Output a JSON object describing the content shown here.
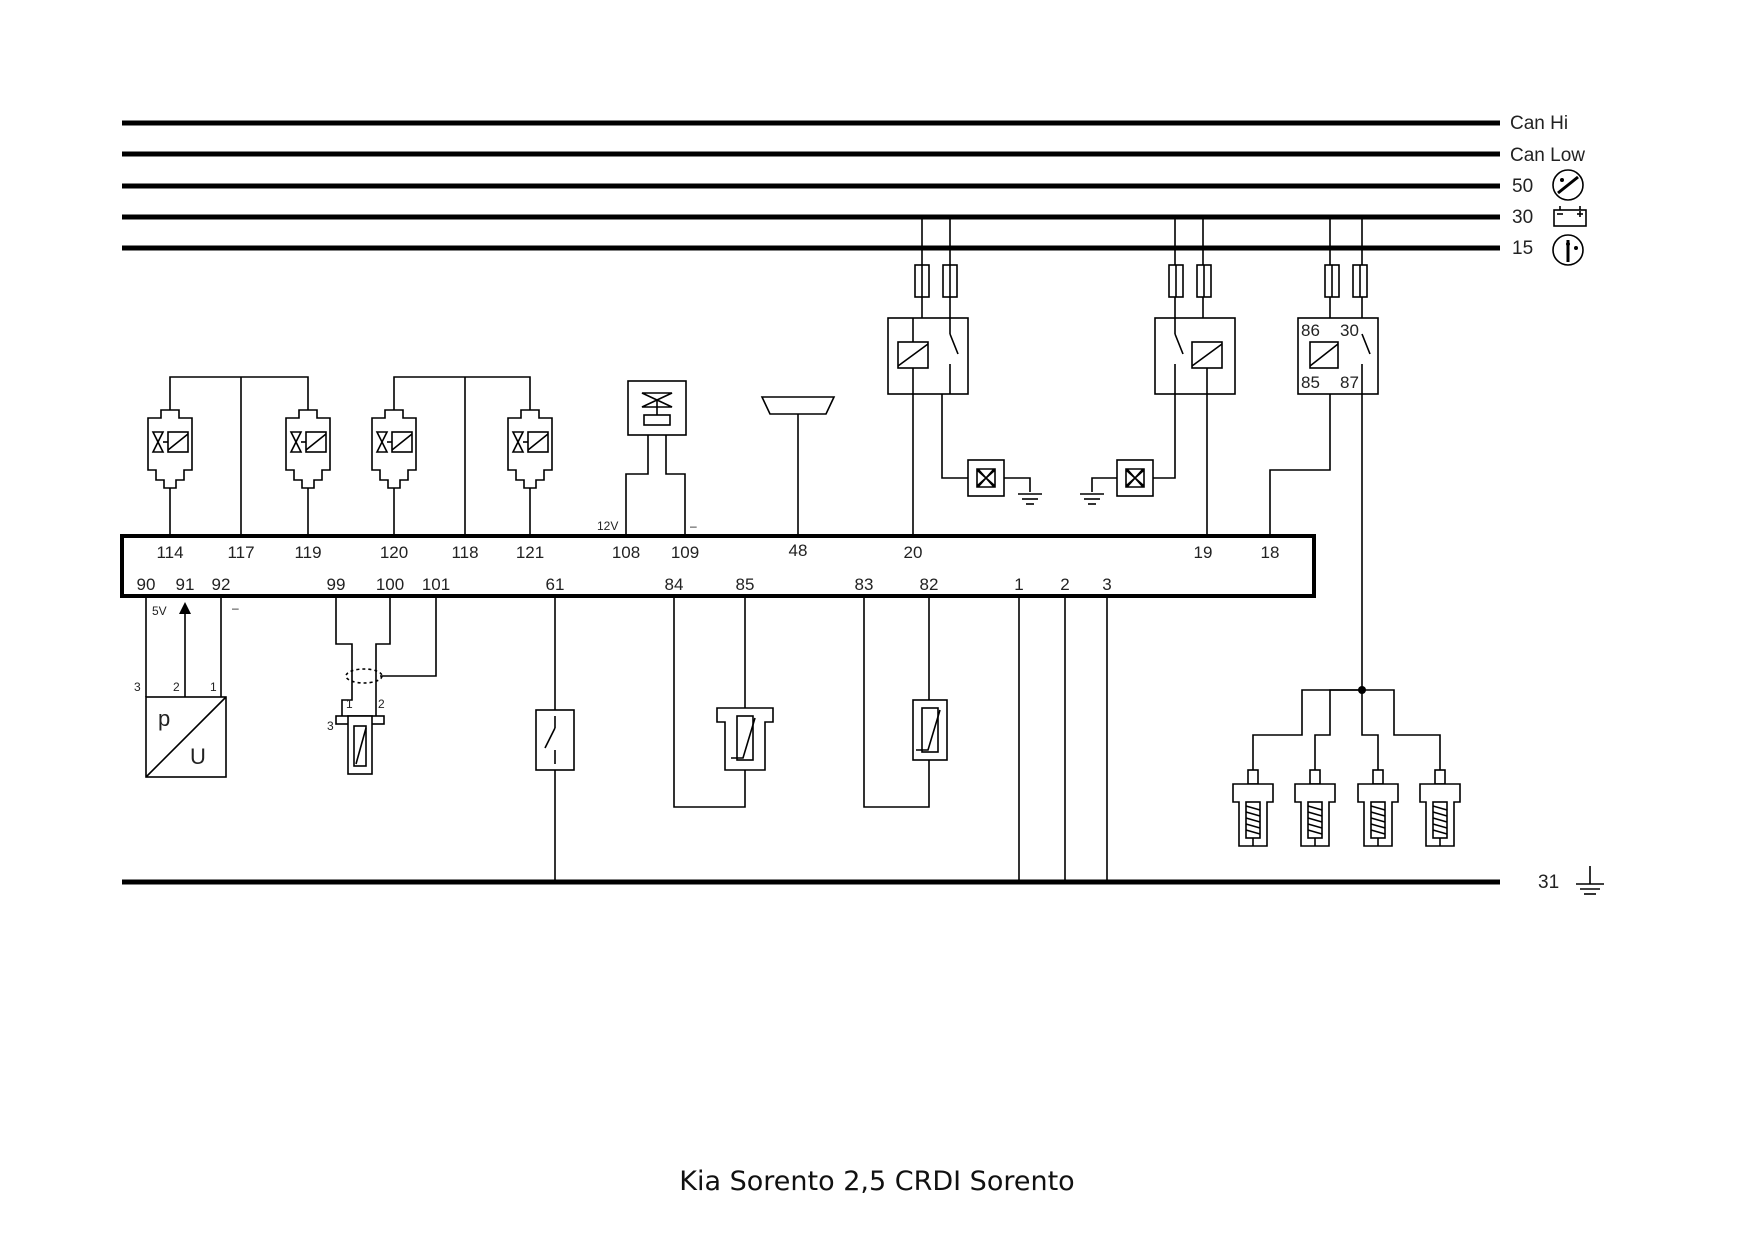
{
  "caption": "Kia Sorento 2,5 CRDI Sorento",
  "rails": {
    "can_hi": "Can Hi",
    "can_low": "Can Low",
    "t50": "50",
    "t30": "30",
    "t15": "15",
    "t31": "31"
  },
  "rail_icons": {
    "t50": "starter-icon",
    "t30": "battery-icon",
    "t15": "ignition-icon",
    "t31": "ground-icon"
  },
  "ecu_top_pins": [
    "114",
    "117",
    "119",
    "120",
    "118",
    "121",
    "108",
    "109",
    "48",
    "20",
    "19",
    "18"
  ],
  "ecu_bottom_pins": [
    "90",
    "91",
    "92",
    "99",
    "100",
    "101",
    "61",
    "84",
    "85",
    "83",
    "82",
    "1",
    "2",
    "3"
  ],
  "notes": {
    "v12": "12V",
    "minus_109": "–",
    "v5": "5V",
    "minus_92": "–"
  },
  "sensor_pins": {
    "pressure": [
      "3",
      "2",
      "1"
    ],
    "hall": [
      "1",
      "2",
      "3"
    ]
  },
  "pressure_sensor": {
    "top": "p",
    "bottom": "U"
  },
  "relay3_pins": [
    "86",
    "30",
    "85",
    "87"
  ]
}
